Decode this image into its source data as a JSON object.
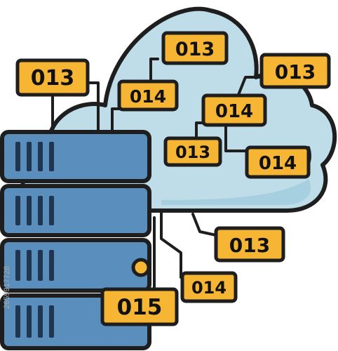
{
  "illustration": {
    "palette": {
      "outline": "#1e1e1e",
      "cloud_fill": "#bfdde8",
      "cloud_shade": "#a6cfdf",
      "server_fill": "#5a8fbd",
      "server_slot": "#1f3550",
      "tag_fill": "#f6b533",
      "led": "#f6b533"
    },
    "tags": [
      {
        "text": "013"
      },
      {
        "text": "013"
      },
      {
        "text": "014"
      },
      {
        "text": "013"
      },
      {
        "text": "014"
      },
      {
        "text": "013"
      },
      {
        "text": "014"
      },
      {
        "text": "013"
      },
      {
        "text": "014"
      },
      {
        "text": "015"
      }
    ],
    "stock_id": "2659917728"
  }
}
